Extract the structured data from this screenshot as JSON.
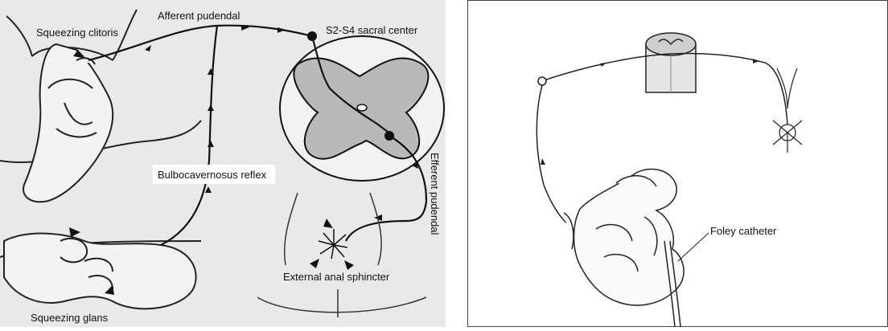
{
  "left_diagram": {
    "labels": {
      "squeezing_clitoris": "Squeezing clitoris",
      "afferent_pudendal": "Afferent pudendal",
      "sacral_center": "S2-S4 sacral center",
      "reflex_name": "Bulbocavernosus reflex",
      "efferent_pudendal": "Efferent pudendal",
      "external_anal_sphincter": "External anal sphincter",
      "squeezing_glans": "Squeezing glans"
    },
    "colors": {
      "background": "#e9e9e9",
      "line": "#111111",
      "gray_matter": "#b9b9b9"
    }
  },
  "right_diagram": {
    "labels": {
      "foley_catheter": "Foley catheter"
    },
    "colors": {
      "background": "#ffffff",
      "line": "#222222",
      "spinal_section": "#cfcfcf"
    }
  }
}
